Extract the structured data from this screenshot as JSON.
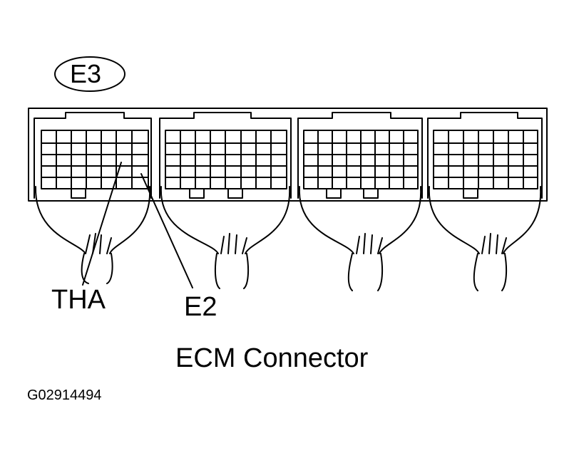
{
  "connector_id": "E3",
  "pins": {
    "tha": "THA",
    "e2": "E2"
  },
  "caption": "ECM Connector",
  "figure_code": "G02914494"
}
